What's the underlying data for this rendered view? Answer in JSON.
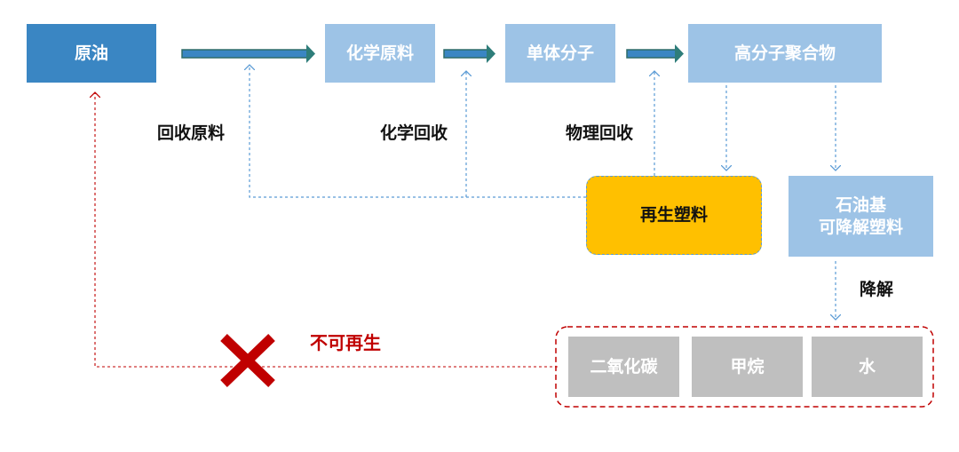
{
  "diagram": {
    "nodes": {
      "crude_oil": "原油",
      "chemical_feedstock": "化学原料",
      "monomer": "单体分子",
      "polymer": "高分子聚合物",
      "recycled_plastic": "再生塑料",
      "degradable_line1": "石油基",
      "degradable_line2": "可降解塑料",
      "co2": "二氧化碳",
      "methane": "甲烷",
      "water": "水"
    },
    "labels": {
      "feedstock_recycling": "回收原料",
      "chemical_recycling": "化学回收",
      "physical_recycling": "物理回收",
      "degradation": "降解",
      "non_renewable": "不可再生"
    },
    "colors": {
      "crude_oil": "#3a86c3",
      "light_blue": "#9dc3e6",
      "recycled": "#ffc000",
      "gray": "#bfbfbf",
      "arrow_teal": "#2e7d7a",
      "dashed_blue": "#5b9bd5",
      "red": "#c00000"
    }
  }
}
